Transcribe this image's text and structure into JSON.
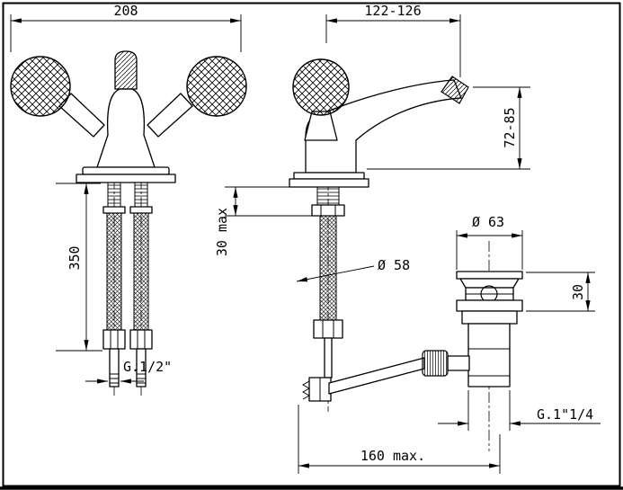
{
  "drawing": {
    "front_view": {
      "overall_width": "208",
      "hose_length": "350",
      "supply_thread": "G.1/2\""
    },
    "side_view": {
      "spout_reach": "122-126",
      "spout_height": "72-85",
      "deck_thickness_max": "30 max",
      "base_diameter": "Ø 58"
    },
    "waste_assembly": {
      "flange_diameter": "Ø 63",
      "flange_height": "30",
      "thread": "G.1\"1/4",
      "rod_reach_max": "160 max."
    }
  }
}
